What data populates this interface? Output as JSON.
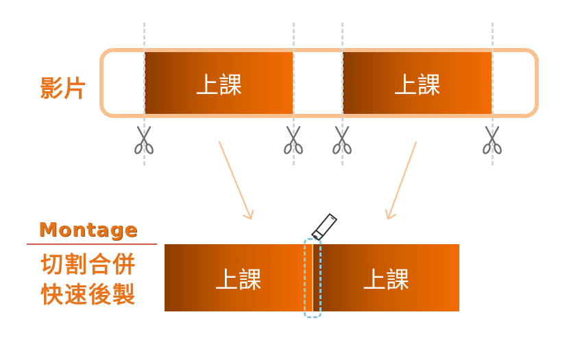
{
  "top": {
    "label": "影片",
    "clips": [
      {
        "label": "上課"
      },
      {
        "label": "上課"
      }
    ],
    "cut_points": 4
  },
  "bottom": {
    "title": "Montage",
    "subtitle_line1": "切割合併",
    "subtitle_line2": "快速後製",
    "clips": [
      {
        "label": "上課"
      },
      {
        "label": "上課"
      }
    ]
  },
  "colors": {
    "accent_orange": "#e8731a",
    "track_border": "#f9c190",
    "clip_dark": "#8c3c00",
    "clip_bright": "#f36c00",
    "dashed_line": "#d4d4d4",
    "glue_outline": "#8cc9dc",
    "arrow": "#f9c190"
  },
  "icons": [
    "scissors-icon",
    "glue-tube-icon",
    "arrow-icon"
  ]
}
